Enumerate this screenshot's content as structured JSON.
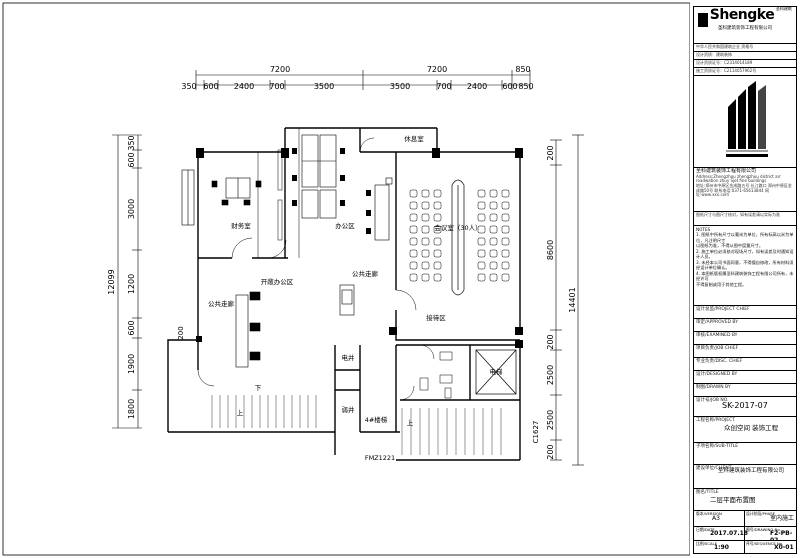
{
  "dims": {
    "top_row1": [
      "7200",
      "7200",
      "850"
    ],
    "top_row2": [
      "350",
      "600",
      "2400",
      "700",
      "3500",
      "3500",
      "700",
      "2400",
      "600",
      "850"
    ],
    "left_col": [
      "350",
      "600",
      "3000",
      "1200",
      "600",
      "1900",
      "1800"
    ],
    "left_total": "12099",
    "right_col": [
      "200",
      "8600",
      "200",
      "2500",
      "2500",
      "200"
    ],
    "right_total": "14401",
    "right_side_small": "C1627",
    "left_small": "200"
  },
  "rooms": {
    "finance": "财务室",
    "office": "办公区",
    "meeting": "会议室（30人）",
    "rest": "休息室",
    "open_office": "开敞办公区",
    "public_corridor_left": "公共走廊",
    "public_corridor_right": "公共走廊",
    "reception": "接待区",
    "electric_well": "电井",
    "weak_well": "弱井",
    "stair_label_up": "上",
    "stair_label_down": "下",
    "elevator": "电梯",
    "fire_label": "4#楼梯",
    "fm_label": "FMZ1221"
  },
  "title_block": {
    "brand": "Shengke",
    "brand_sup": "圣科建筑",
    "company_small": "圣科建筑装饰工程有限公司",
    "reg1": "中华人民共和国建筑企业 资格号",
    "reg2": "设计资质：建筑装饰",
    "reg3": "设计资质证号：C2314014189",
    "reg4": "施工资质证号：C2114057962号",
    "company_full": "圣科建筑装饰工程有限公司",
    "address": "Address:Zhengzhou zhengzhou district arr roadwation zhuy Sjet fine buildings",
    "address_cn": "地址:郑州市中原区金成路五号 长江路口 郑州中原区金成路50号 联系电话:0371-65613844 网址:www.xxx.com",
    "warning": "图纸尺寸与图尺寸核对，如有误差请以实际为准",
    "notes_title": "NOTES",
    "notes": [
      "1. 图纸中所有尺寸以毫米为单位，所有标高以米为单位，凡注明尺寸",
      "   以图纸为准，不得从图中度量尺寸。",
      "2. 施工单位必须核对现场尺寸，如有误差及时通知设计人员。",
      "3. 未经本公司书面同意，不得擅自修改，所有材料须经设计单位确认。",
      "4. 本图纸版权属圣科建筑装饰工程有限公司所有，未经许可",
      "   不得复制或用于其他工程。"
    ],
    "rows": [
      {
        "label": "设计总监/PROJECT CHIEF",
        "value": ""
      },
      {
        "label": "审定/APPROVED BY",
        "value": ""
      },
      {
        "label": "审核/EXAMINED BY",
        "value": ""
      },
      {
        "label": "项目负责/JOB CHIEF",
        "value": ""
      },
      {
        "label": "专业负责/DISC. CHIEF",
        "value": ""
      },
      {
        "label": "设计/DESIGNED BY",
        "value": ""
      },
      {
        "label": "制图/DRAWN BY",
        "value": ""
      }
    ],
    "job_no_label": "设计号/JOB NO.",
    "job_no": "SK-2017-07",
    "project_label": "工程名称/PROJECT",
    "project": "众创空间 装饰工程",
    "sub_title_label": "子项名称/SUB-TITLE",
    "sub_title": "",
    "client_label": "建设单位/CLIENT",
    "client": "圣科建筑装饰工程有限公司",
    "title_label": "图名/TITLE",
    "title": "二层平面布置图",
    "version_label": "版本/VERSION",
    "size": "A3",
    "phase_label": "设计阶段/PHASE",
    "phase": "室内施工",
    "date_label": "日期/DATE",
    "date": "2017.07.18",
    "drawing_no_label": "图号/DRAWING No.",
    "drawing_no": "F2-PB-02",
    "scale_label": "比例/SCALE",
    "scale": "1:90",
    "sheet_label": "序号/SEQUENCE No.",
    "sheet": "X0-01"
  }
}
